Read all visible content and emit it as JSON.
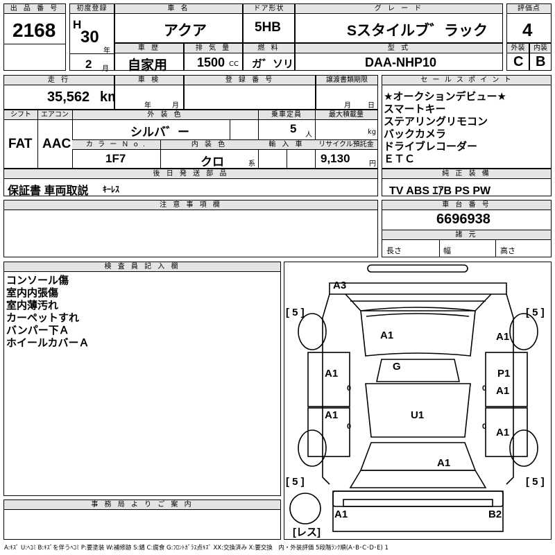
{
  "header": {
    "lot_label": "出 品 番 号",
    "lot_number": "2168",
    "reg_label": "初度登録",
    "era": "H",
    "year": "30",
    "year_unit": "年",
    "month": "2",
    "month_unit": "月",
    "car_name_label": "車 名",
    "car_name": "アクア",
    "door_label": "ドア形状",
    "door": "5HB",
    "grade_label": "グ レ ー ド",
    "grade": "Sスタイルブ゛ラック",
    "score_label": "評価点",
    "score": "4",
    "history_label": "車 歴",
    "history": "自家用",
    "disp_label": "排 気 量",
    "disp": "1500",
    "disp_unit": "CC",
    "fuel_label": "燃 料",
    "fuel": "ガ゛ソリン",
    "model_label": "型 式",
    "model": "DAA-NHP10",
    "ext_label": "外装",
    "ext": "C",
    "int_label": "内装",
    "int": "B"
  },
  "row2": {
    "mileage_label": "走 行",
    "mileage": "35,562",
    "mileage_unit": "km",
    "inspection_label": "車 検",
    "inspection_year_unit": "年",
    "inspection_month_unit": "月",
    "plate_label": "登 録 番 号",
    "transfer_label": "譲渡書類期限",
    "transfer_month_unit": "月",
    "transfer_day_unit": "日",
    "shift_label": "シフト",
    "shift": "FAT",
    "ac_label": "エアコン",
    "ac": "AAC",
    "color_label": "外 装 色",
    "color": "シルバ゛ー",
    "seats_label": "乗車定員",
    "seats": "5",
    "seats_unit": "人",
    "load_label": "最大積載量",
    "load_unit": "kg",
    "color_no_label": "カ ラ ー Ｎ o .",
    "color_no": "1F7",
    "int_color_label": "内 装 色",
    "int_color": "クロ",
    "int_color_unit": "系",
    "import_label": "輸 入 車",
    "recycle_label": "リサイクル預託金",
    "recycle": "9,130",
    "recycle_unit": "円",
    "later_label": "後 日 発 送 部 品",
    "later_items": "保証書 車両取説",
    "later_extra": "ｷｰﾚｽ"
  },
  "sales": {
    "label": "セ ー ル ス ポ イ ン ト",
    "points": [
      "★オークションデビュー★",
      "スマートキー",
      "ステアリングリモコン",
      "バックカメラ",
      "ドライブレコーダー",
      "ＥＴＣ"
    ]
  },
  "equipment": {
    "label": "純 正 装 備",
    "value": "TV ABS ｴｱB PS PW"
  },
  "notes": {
    "label": "注 意 事 項 欄"
  },
  "chassis": {
    "label": "車 台 番 号",
    "value": "6696938",
    "spec_label": "諸 元",
    "length": "長さ",
    "width": "幅",
    "height": "高さ"
  },
  "inspector": {
    "label": "検 査 員 記 入 欄",
    "lines": [
      "コンソール傷",
      "室内内張傷",
      "室内薄汚れ",
      "カーペットすれ",
      "バンパー下Ａ",
      "ホイールカバーＡ"
    ]
  },
  "office": {
    "label": "事 務 局 よ り ご 案 内"
  },
  "diagram": {
    "marks": [
      "A3",
      "A1",
      "G",
      "A1",
      "A1",
      "U1",
      "P1",
      "A1",
      "A1",
      "A1",
      "A1",
      "A1",
      "B2"
    ],
    "tires": [
      "[ 5 ]",
      "[ 5 ]",
      "[ 5 ]",
      "[ 5 ]"
    ],
    "spare": "[レス]",
    "zeros": [
      "0",
      "0",
      "0",
      "0"
    ]
  },
  "legend": "A:ｷｽﾞ U:ﾍｺﾐ B:ｷｽﾞを伴うﾍｺﾐ P:要塗装 W:補修跡 S:錆 C:腐食 G:ﾌﾛﾝﾄｶﾞﾗｽ点ｷｽﾞ XX:交換済み X:要交換　内・外装評価 5段階ﾗﾝｸ順(A･B･C･D･E) 1"
}
